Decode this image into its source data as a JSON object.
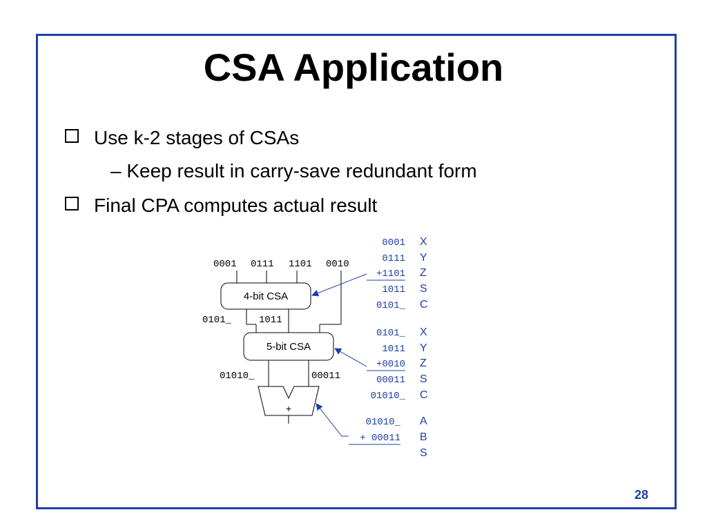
{
  "slide": {
    "title": "CSA Application",
    "bullets": [
      {
        "level": 1,
        "text": "Use k-2 stages of CSAs"
      },
      {
        "level": 2,
        "text": "– Keep result in carry-save redundant form"
      },
      {
        "level": 1,
        "text": "Final CPA computes actual result"
      }
    ],
    "page_number": "28"
  },
  "diagram": {
    "inputs": [
      "0001",
      "0111",
      "1101",
      "0010"
    ],
    "csa1_label": "4-bit CSA",
    "csa1_out_left": "0101_",
    "csa1_out_right": "1011",
    "csa2_label": "5-bit CSA",
    "csa2_out_left": "01010_",
    "csa2_out_right": "00011",
    "cpa_label": "+",
    "annotations": [
      {
        "values": [
          "0001",
          "0111",
          "+1101",
          "1011",
          "0101_"
        ],
        "names": [
          "X",
          "Y",
          "Z",
          "S",
          "C"
        ]
      },
      {
        "values": [
          "0101_",
          "1011",
          "+0010",
          "00011",
          "01010_"
        ],
        "names": [
          "X",
          "Y",
          "Z",
          "S",
          "C"
        ]
      },
      {
        "values": [
          "01010_",
          "+ 00011"
        ],
        "names": [
          "A",
          "B",
          "S"
        ]
      }
    ],
    "colors": {
      "annotation": "#1f3ea8",
      "frame": "#1f3ea8"
    }
  }
}
